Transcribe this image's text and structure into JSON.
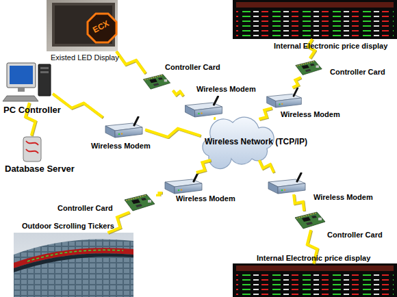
{
  "diagram": {
    "nodes": [
      {
        "text": [
          "Existed LED Display"
        ]
      },
      {
        "text": [
          "Internal Electronic price display"
        ]
      },
      {
        "text": [
          "PC Controller"
        ]
      },
      {
        "text": [
          "Controller Card"
        ]
      },
      {
        "text": [
          "Controller Card"
        ]
      },
      {
        "text": [
          "Wireless Modem"
        ]
      },
      {
        "text": [
          "Wireless Modem"
        ]
      },
      {
        "text": [
          "Database Server"
        ]
      },
      {
        "text": [
          "Wireless Modem"
        ]
      },
      {
        "text": [
          "Wireless Network (TCP/IP)"
        ]
      },
      {
        "text": [
          "Wireless Modem"
        ]
      },
      {
        "text": [
          "Wireless Modem"
        ]
      },
      {
        "text": [
          "Controller Card"
        ]
      },
      {
        "text": [
          "Controller Card"
        ]
      },
      {
        "text": [
          "Outdoor Scrolling Tickers"
        ]
      },
      {
        "text": [
          "Internal Electronic price display"
        ]
      }
    ],
    "edges": [
      {
        "from": 0,
        "to": 3,
        "arrow": "none"
      },
      {
        "from": 3,
        "to": 5,
        "arrow": "none"
      },
      {
        "from": 5,
        "to": 9,
        "arrow": "none"
      },
      {
        "from": 1,
        "to": 4,
        "arrow": "none"
      },
      {
        "from": 4,
        "to": 6,
        "arrow": "none"
      },
      {
        "from": 6,
        "to": 9,
        "arrow": "none"
      },
      {
        "from": 2,
        "to": 7,
        "arrow": "none"
      },
      {
        "from": 2,
        "to": 8,
        "arrow": "none"
      },
      {
        "from": 8,
        "to": 9,
        "arrow": "none"
      },
      {
        "from": 9,
        "to": 10,
        "arrow": "none"
      },
      {
        "from": 10,
        "to": 12,
        "arrow": "none"
      },
      {
        "from": 12,
        "to": 14,
        "arrow": "none"
      },
      {
        "from": 9,
        "to": 11,
        "arrow": "none"
      },
      {
        "from": 11,
        "to": 13,
        "arrow": "none"
      },
      {
        "from": 13,
        "to": 15,
        "arrow": "none"
      }
    ],
    "labels": [
      "ECX"
    ]
  }
}
